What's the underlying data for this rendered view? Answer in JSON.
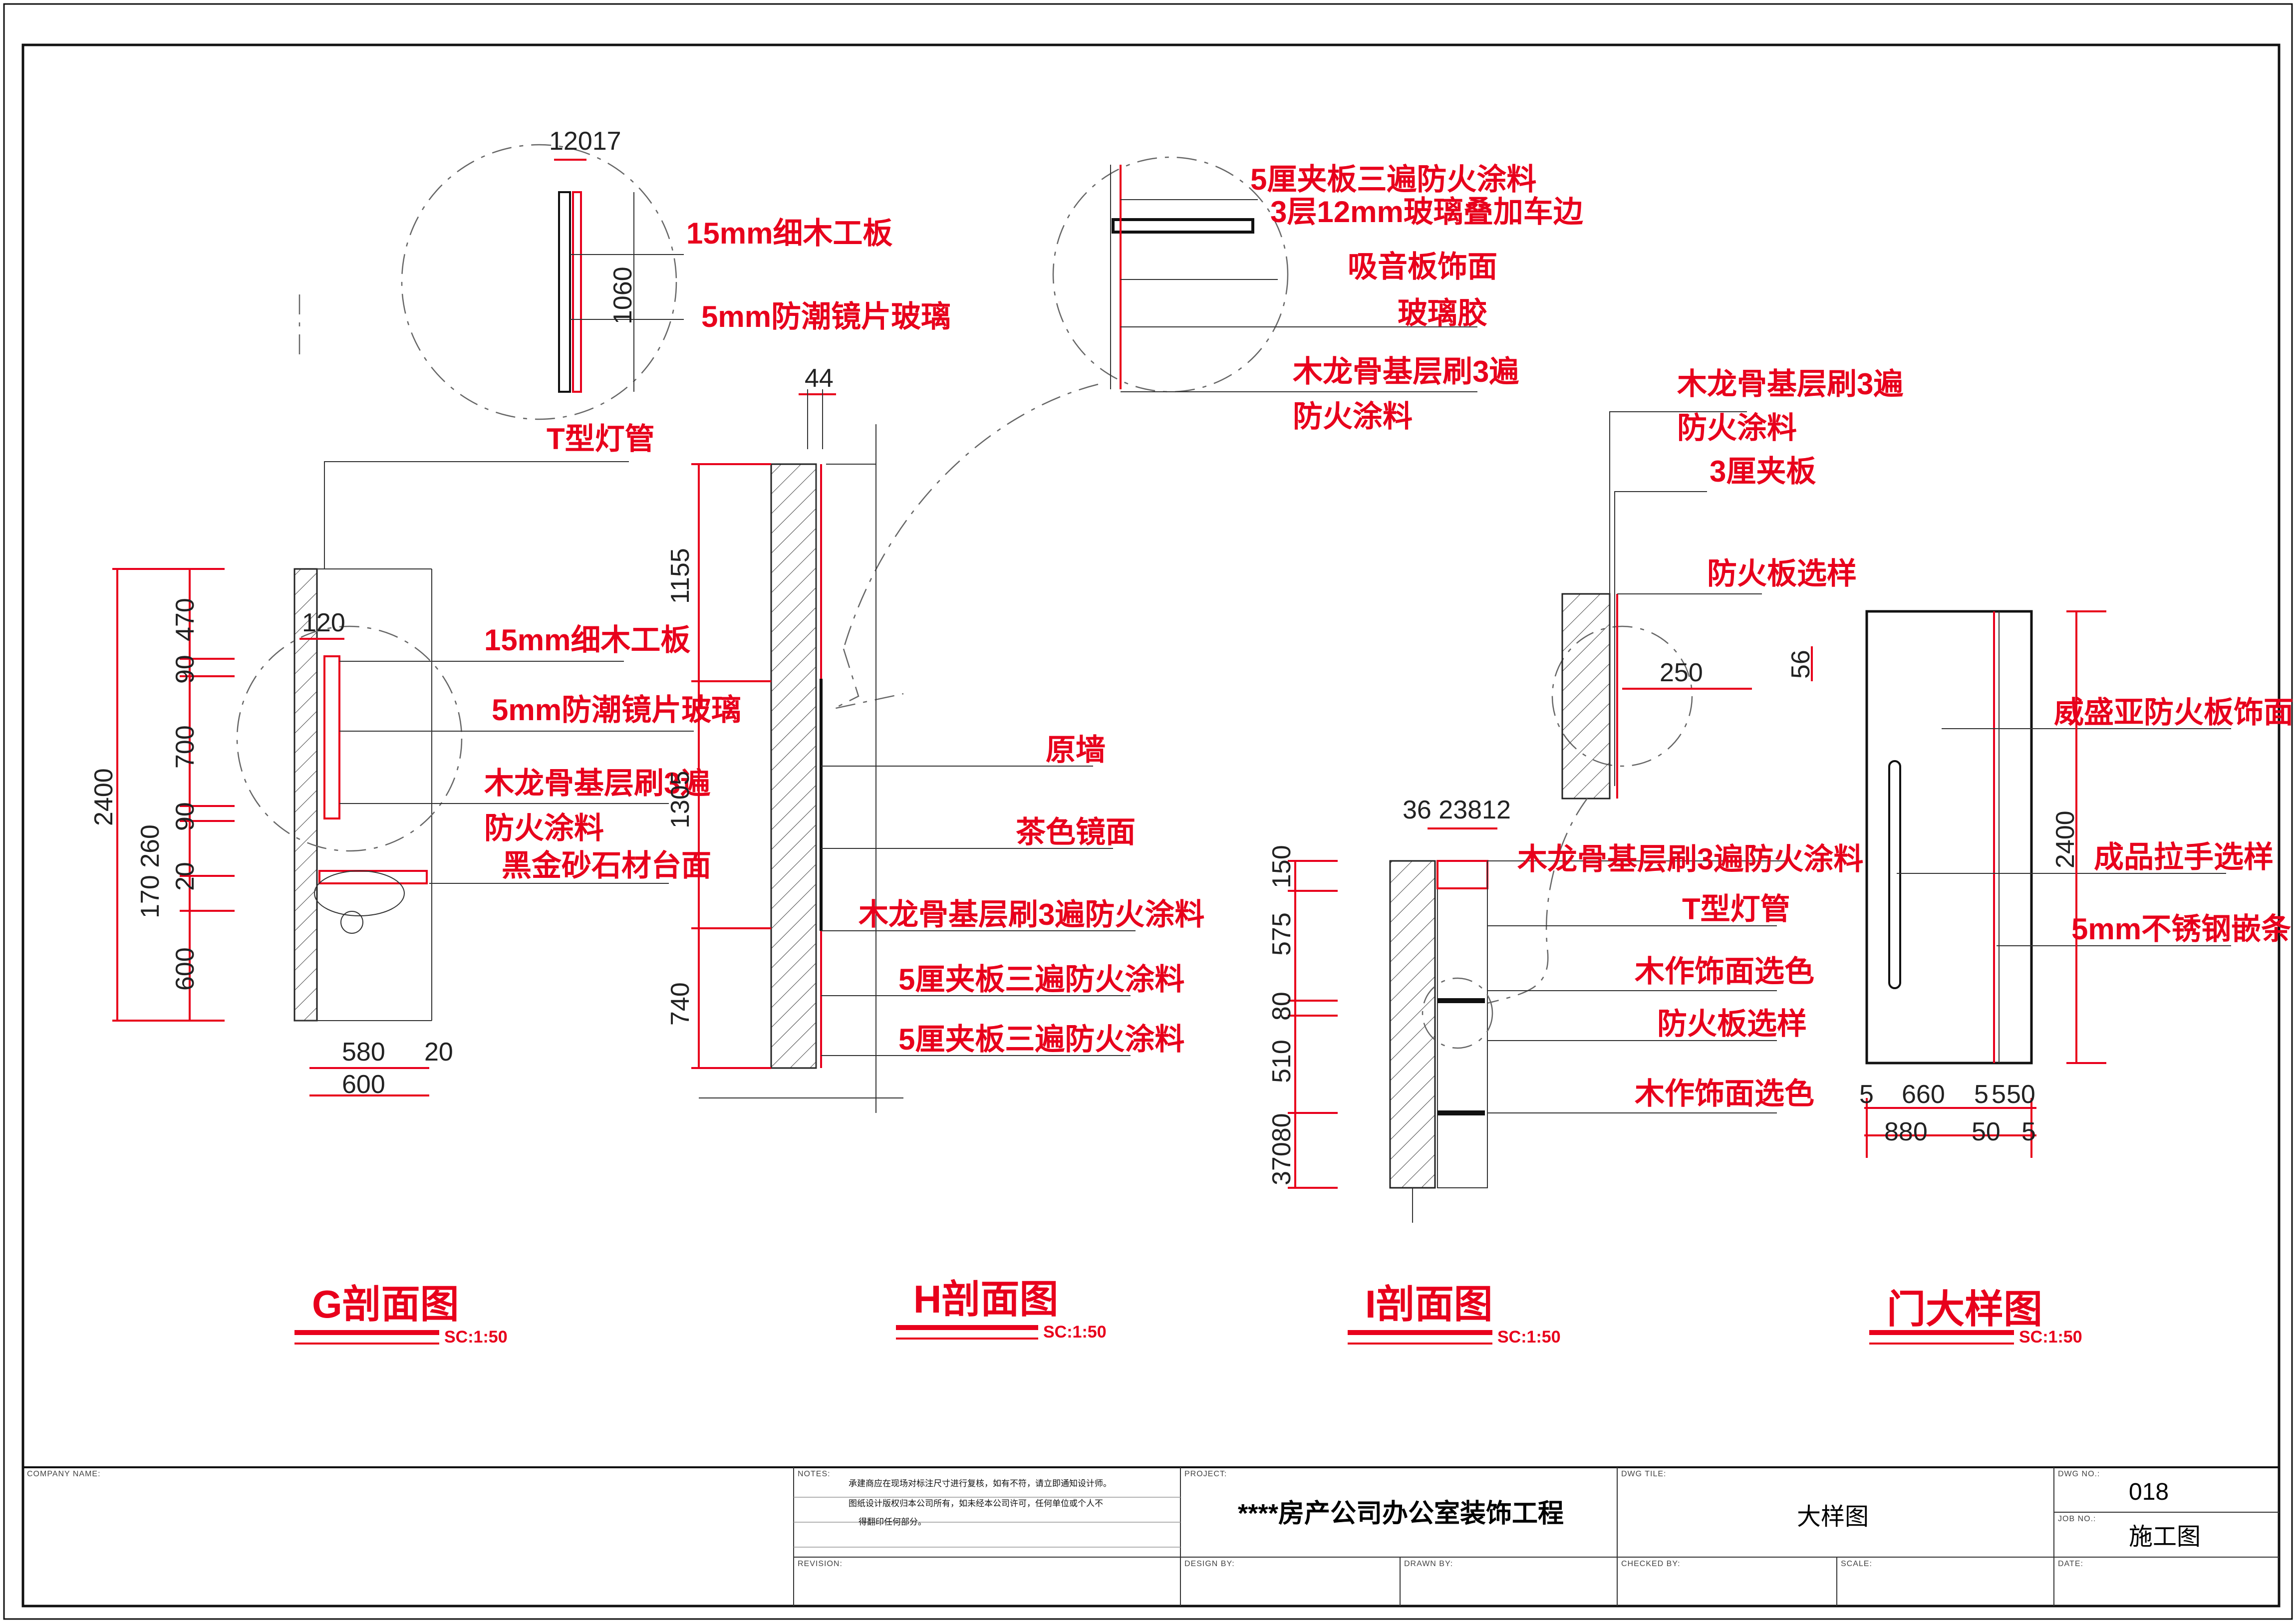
{
  "drawing": {
    "section_g": {
      "title": "G剖面图",
      "scale": "SC:1:50",
      "detail_labels": [
        "15mm细木工板",
        "5mm防潮镜片玻璃"
      ],
      "detail_dims": [
        "12017",
        "1060"
      ],
      "lamp_label": "T型灯管",
      "labels": [
        "15mm细木工板",
        "5mm防潮镜片玻璃",
        "木龙骨基层刷3遍",
        "防火涂料",
        "黑金砂石材台面"
      ],
      "dims_left": [
        "470",
        "90",
        "700",
        "90",
        "20",
        "600",
        "170 260",
        "2400"
      ],
      "dim_120": "120",
      "dims_bottom": [
        "580",
        "20",
        "600"
      ]
    },
    "section_h": {
      "title": "H剖面图",
      "scale": "SC:1:50",
      "detail_labels": [
        "5厘夹板三遍防火涂料",
        "3层12mm玻璃叠加车边",
        "吸音板饰面",
        "玻璃胶",
        "木龙骨基层刷3遍",
        "防火涂料"
      ],
      "dim_top": "44",
      "dims_left": [
        "1155",
        "1305",
        "740"
      ],
      "labels": [
        "原墙",
        "茶色镜面",
        "木龙骨基层刷3遍防火涂料",
        "5厘夹板三遍防火涂料",
        "5厘夹板三遍防火涂料"
      ]
    },
    "section_i": {
      "title": "I剖面图",
      "scale": "SC:1:50",
      "detail_labels": [
        "木龙骨基层刷3遍",
        "防火涂料",
        "3厘夹板",
        "防火板选样"
      ],
      "detail_dims": [
        "250",
        "56"
      ],
      "dim_top": "36 23812",
      "dims_left": [
        "150",
        "575",
        "80",
        "510",
        "37080"
      ],
      "labels": [
        "木龙骨基层刷3遍防火涂料",
        "T型灯管",
        "木作饰面选色",
        "防火板选样",
        "木作饰面选色"
      ]
    },
    "door": {
      "title": "门大样图",
      "scale": "SC:1:50",
      "labels": [
        "威盛亚防火板饰面",
        "成品拉手选样",
        "5mm不锈钢嵌条"
      ],
      "dim_height": "2400",
      "dims_bottom_row1": [
        "5",
        "660",
        "5",
        "5",
        "50"
      ],
      "dims_bottom_row2": [
        "880",
        "50",
        "5"
      ]
    }
  },
  "title_block": {
    "company_label": "COMPANY NAME:",
    "notes_label": "NOTES:",
    "notes": [
      {
        "no": "",
        "text": "承建商应在现场对标注尺寸进行复核，如有不符，请立即通知设计师。"
      },
      {
        "no": "",
        "text": "图纸设计版权归本公司所有，如未经本公司许可，任何单位或个人不"
      },
      {
        "no": "",
        "text": "得翻印任何部分。"
      }
    ],
    "revision_label": "REVISION:",
    "project_label": "PROJECT:",
    "project_name": "****房产公司办公室装饰工程",
    "design_label": "DESIGN BY:",
    "drawn_label": "DRAWN BY:",
    "dwg_title_label": "DWG TILE:",
    "dwg_title": "大样图",
    "checked_label": "CHECKED BY:",
    "scale_label": "SCALE:",
    "dwg_no_label": "DWG NO.:",
    "dwg_no": "018",
    "job_no_label": "JOB NO.:",
    "job_no": "施工图",
    "date_label": "DATE:"
  }
}
